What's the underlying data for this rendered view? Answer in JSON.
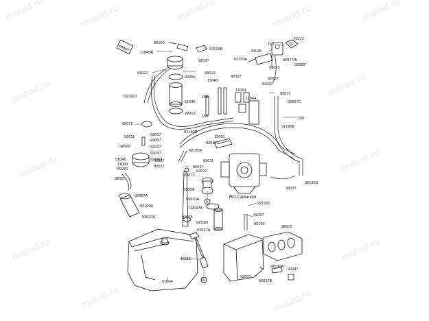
{
  "diagram": {
    "figure_code": "F3173",
    "watermark_text": "motod.ru",
    "reference_label": "Ref.Carburetor",
    "marker_letter": "A",
    "front_badge": "FRONT",
    "labels": [
      {
        "id": "92150_top",
        "text": "92150"
      },
      {
        "id": "11045A",
        "text": "11045A"
      },
      {
        "id": "92190B",
        "text": "92190B"
      },
      {
        "id": "92037_a",
        "text": "92037"
      },
      {
        "id": "49019",
        "text": "49019"
      },
      {
        "id": "92037_b",
        "text": "92037"
      },
      {
        "id": "92055",
        "text": "92055"
      },
      {
        "id": "11045",
        "text": "11045"
      },
      {
        "id": "92190J",
        "text": "92190J"
      },
      {
        "id": "51036",
        "text": "51036"
      },
      {
        "id": "92015",
        "text": "92015"
      },
      {
        "id": "150_a",
        "text": "150"
      },
      {
        "id": "150_b",
        "text": "150"
      },
      {
        "id": "110",
        "text": "110"
      },
      {
        "id": "49105",
        "text": "49105"
      },
      {
        "id": "92150A",
        "text": "92150A"
      },
      {
        "id": "51023",
        "text": "51023"
      },
      {
        "id": "92077A",
        "text": "92077/A"
      },
      {
        "id": "92009",
        "text": "92009"
      },
      {
        "id": "92037_c",
        "text": "92037"
      },
      {
        "id": "92037_d",
        "text": "92037"
      },
      {
        "id": "92037_e",
        "text": "92037"
      },
      {
        "id": "11044",
        "text": "11044"
      },
      {
        "id": "11044_b",
        "text": "11044"
      },
      {
        "id": "92071",
        "text": "92071"
      },
      {
        "id": "92037C",
        "text": "92037C"
      },
      {
        "id": "150_c",
        "text": "150"
      },
      {
        "id": "92190E",
        "text": "92190E"
      },
      {
        "id": "92072",
        "text": "92072"
      },
      {
        "id": "92037_f",
        "text": "92037"
      },
      {
        "id": "92190D",
        "text": "92190D"
      },
      {
        "id": "92011_a",
        "text": "92011"
      },
      {
        "id": "49057_a",
        "text": "49057"
      },
      {
        "id": "92037_g",
        "text": "92037"
      },
      {
        "id": "92022_a",
        "text": "92022"
      },
      {
        "id": "92037_h",
        "text": "92037"
      },
      {
        "id": "92190I",
        "text": "92190I"
      },
      {
        "id": "13091",
        "text": "13091"
      },
      {
        "id": "92037_i",
        "text": "92037"
      },
      {
        "id": "92190F",
        "text": "92190F"
      },
      {
        "id": "51049",
        "text": "51049"
      },
      {
        "id": "11009",
        "text": "11009"
      },
      {
        "id": "59231",
        "text": "59231"
      },
      {
        "id": "92037_j",
        "text": "92037"
      },
      {
        "id": "92037_k",
        "text": "92037"
      },
      {
        "id": "92011_b",
        "text": "92011"
      },
      {
        "id": "92037_l",
        "text": "92037"
      },
      {
        "id": "92022_b",
        "text": "92022"
      },
      {
        "id": "23072",
        "text": "23072"
      },
      {
        "id": "92057",
        "text": "92057"
      },
      {
        "id": "92037_m",
        "text": "92037"
      },
      {
        "id": "92190G",
        "text": "92190G"
      },
      {
        "id": "92037A_a",
        "text": "92037A"
      },
      {
        "id": "31064",
        "text": "31064"
      },
      {
        "id": "59231A",
        "text": "59231A"
      },
      {
        "id": "92190C",
        "text": "92190C"
      },
      {
        "id": "92190H",
        "text": "92190H"
      },
      {
        "id": "92037A_b",
        "text": "92037A"
      },
      {
        "id": "49057_b",
        "text": "49057"
      },
      {
        "id": "92037A_c",
        "text": "92037A"
      },
      {
        "id": "92065",
        "text": "92065"
      },
      {
        "id": "92190I_b",
        "text": "92190I"
      },
      {
        "id": "92190",
        "text": "92190"
      },
      {
        "id": "92075",
        "text": "92075"
      },
      {
        "id": "92037A_d",
        "text": "92037A"
      },
      {
        "id": "16115",
        "text": "16115"
      },
      {
        "id": "92190A",
        "text": "92190A"
      },
      {
        "id": "92037_n",
        "text": "92037"
      },
      {
        "id": "92001",
        "text": "92001"
      },
      {
        "id": "92037B",
        "text": "92037B"
      },
      {
        "id": "51004",
        "text": "51004"
      }
    ]
  }
}
